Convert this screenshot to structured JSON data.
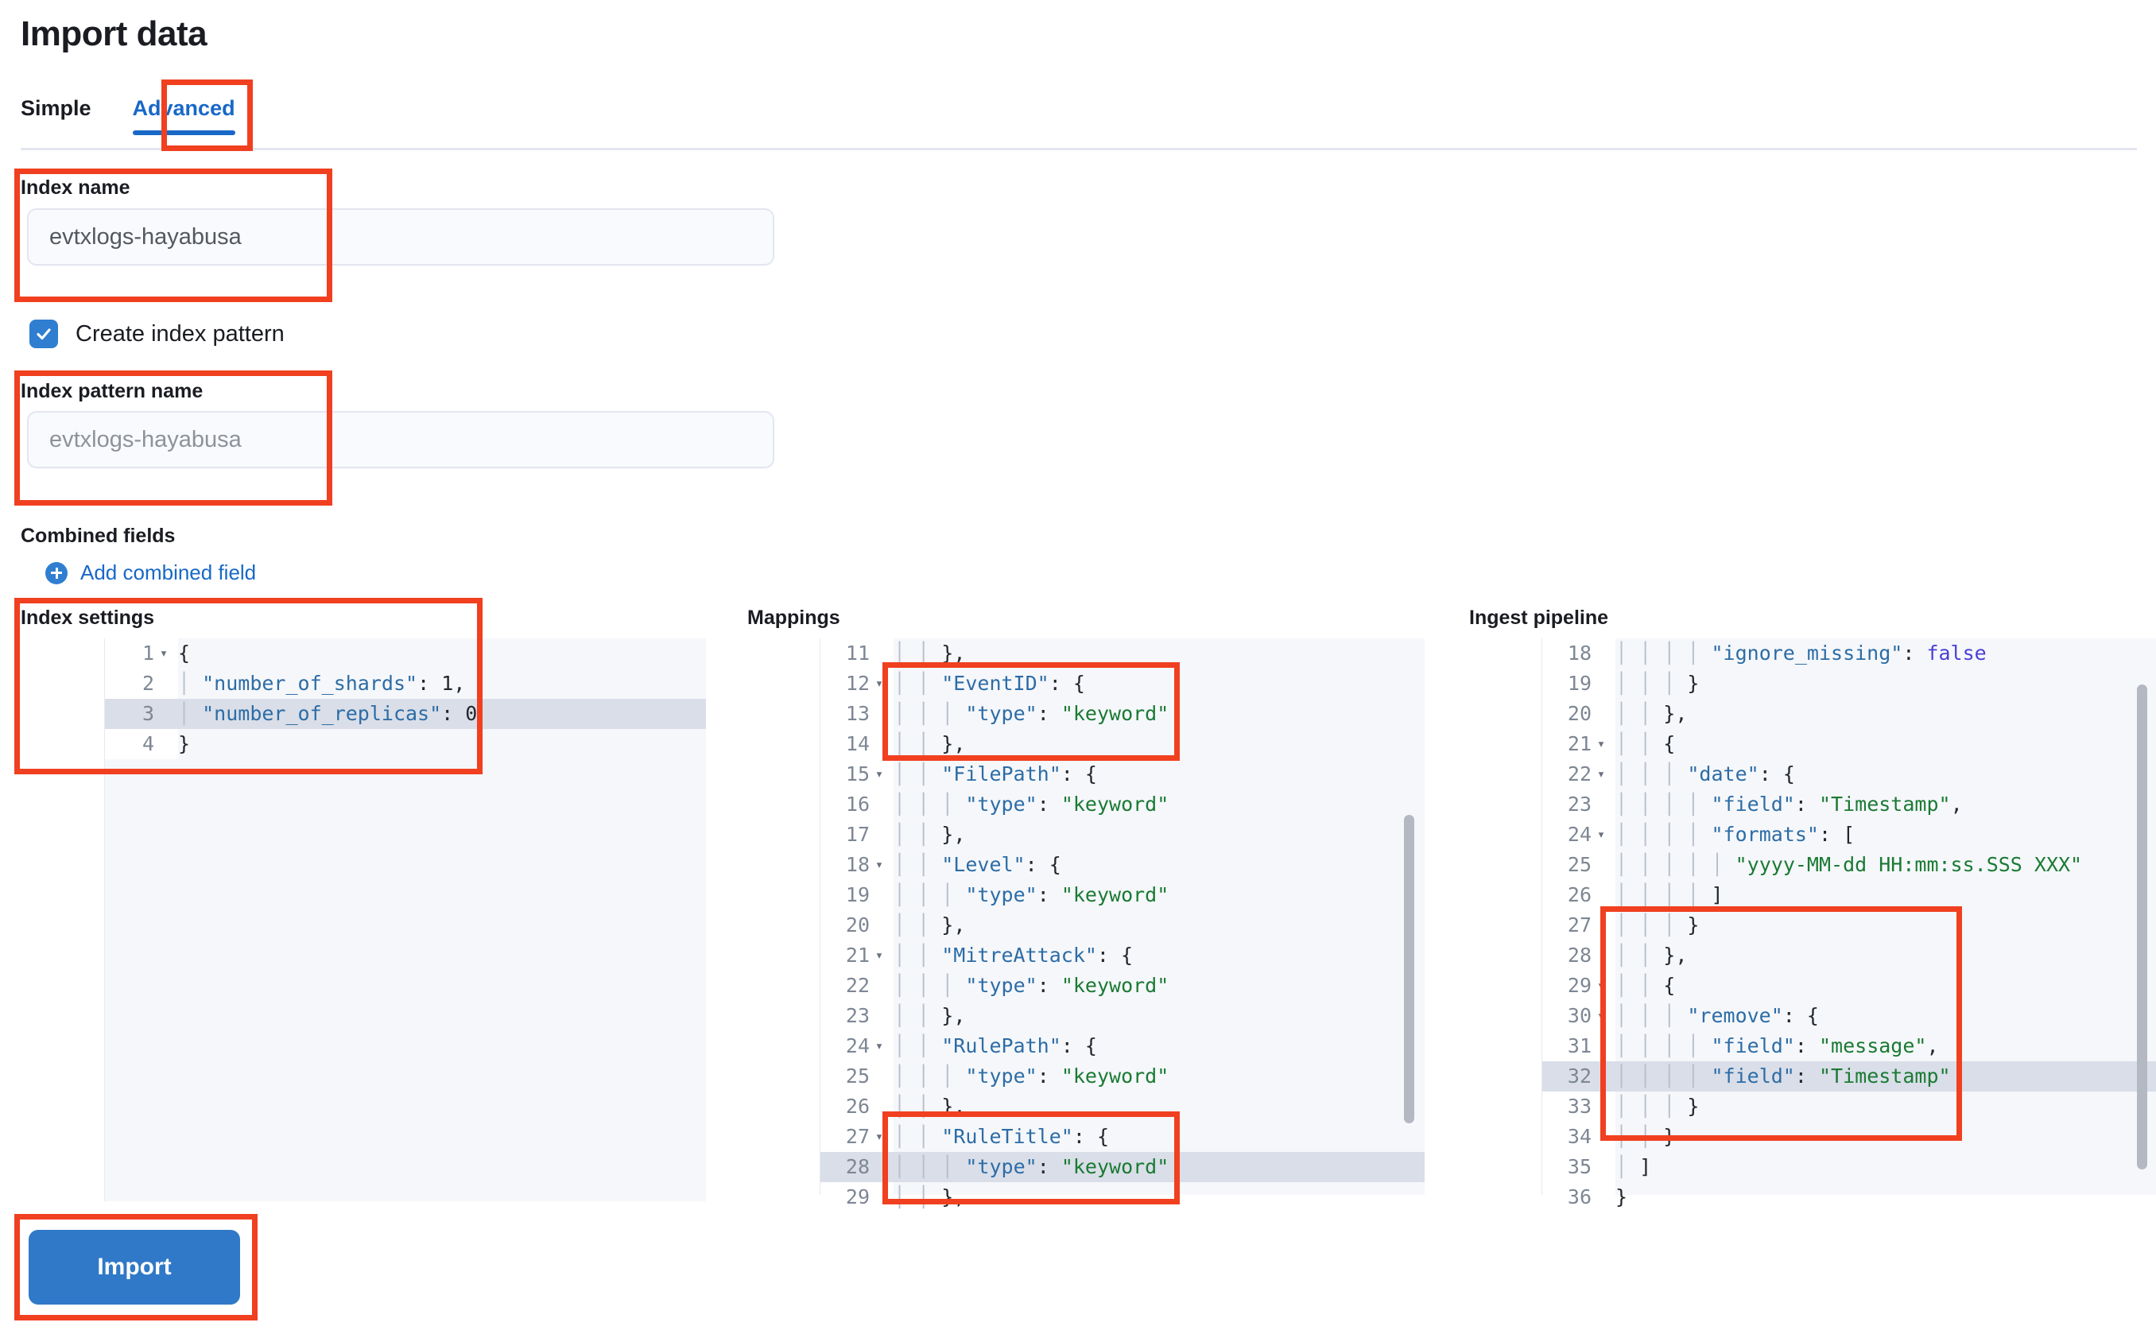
{
  "page": {
    "title": "Import data"
  },
  "tabs": [
    {
      "label": "Simple",
      "active": false
    },
    {
      "label": "Advanced",
      "active": true
    }
  ],
  "form": {
    "index_name": {
      "label": "Index name",
      "value": "evtxlogs-hayabusa"
    },
    "create_index_pattern": {
      "label": "Create index pattern",
      "checked": true
    },
    "index_pattern_name": {
      "label": "Index pattern name",
      "placeholder": "evtxlogs-hayabusa",
      "value": ""
    },
    "combined_fields": {
      "label": "Combined fields",
      "add_link": "Add combined field"
    },
    "import_button": "Import"
  },
  "editors": {
    "index_settings": {
      "title": "Index settings",
      "first_line": 1,
      "highlight_line": 3,
      "lines": [
        {
          "n": 1,
          "fold": true,
          "text": "{"
        },
        {
          "n": 2,
          "fold": false,
          "text": "  \"number_of_shards\": 1,"
        },
        {
          "n": 3,
          "fold": false,
          "text": "  \"number_of_replicas\": 0"
        },
        {
          "n": 4,
          "fold": false,
          "text": "}"
        }
      ]
    },
    "mappings": {
      "title": "Mappings",
      "first_line": 11,
      "highlight_line": 28,
      "lines": [
        {
          "n": 11,
          "fold": false,
          "text": "    },"
        },
        {
          "n": 12,
          "fold": true,
          "text": "    \"EventID\": {"
        },
        {
          "n": 13,
          "fold": false,
          "text": "      \"type\": \"keyword\""
        },
        {
          "n": 14,
          "fold": false,
          "text": "    },"
        },
        {
          "n": 15,
          "fold": true,
          "text": "    \"FilePath\": {"
        },
        {
          "n": 16,
          "fold": false,
          "text": "      \"type\": \"keyword\""
        },
        {
          "n": 17,
          "fold": false,
          "text": "    },"
        },
        {
          "n": 18,
          "fold": true,
          "text": "    \"Level\": {"
        },
        {
          "n": 19,
          "fold": false,
          "text": "      \"type\": \"keyword\""
        },
        {
          "n": 20,
          "fold": false,
          "text": "    },"
        },
        {
          "n": 21,
          "fold": true,
          "text": "    \"MitreAttack\": {"
        },
        {
          "n": 22,
          "fold": false,
          "text": "      \"type\": \"keyword\""
        },
        {
          "n": 23,
          "fold": false,
          "text": "    },"
        },
        {
          "n": 24,
          "fold": true,
          "text": "    \"RulePath\": {"
        },
        {
          "n": 25,
          "fold": false,
          "text": "      \"type\": \"keyword\""
        },
        {
          "n": 26,
          "fold": false,
          "text": "    },"
        },
        {
          "n": 27,
          "fold": true,
          "text": "    \"RuleTitle\": {"
        },
        {
          "n": 28,
          "fold": false,
          "text": "      \"type\": \"keyword\""
        },
        {
          "n": 29,
          "fold": false,
          "text": "    },"
        }
      ]
    },
    "ingest_pipeline": {
      "title": "Ingest pipeline",
      "first_line": 18,
      "highlight_line": 32,
      "lines": [
        {
          "n": 18,
          "fold": false,
          "text": "        \"ignore_missing\": false"
        },
        {
          "n": 19,
          "fold": false,
          "text": "      }"
        },
        {
          "n": 20,
          "fold": false,
          "text": "    },"
        },
        {
          "n": 21,
          "fold": true,
          "text": "    {"
        },
        {
          "n": 22,
          "fold": true,
          "text": "      \"date\": {"
        },
        {
          "n": 23,
          "fold": false,
          "text": "        \"field\": \"Timestamp\","
        },
        {
          "n": 24,
          "fold": true,
          "text": "        \"formats\": ["
        },
        {
          "n": 25,
          "fold": false,
          "text": "          \"yyyy-MM-dd HH:mm:ss.SSS XXX\""
        },
        {
          "n": 26,
          "fold": false,
          "text": "        ]"
        },
        {
          "n": 27,
          "fold": false,
          "text": "      }"
        },
        {
          "n": 28,
          "fold": false,
          "text": "    },"
        },
        {
          "n": 29,
          "fold": true,
          "text": "    {"
        },
        {
          "n": 30,
          "fold": true,
          "text": "      \"remove\": {"
        },
        {
          "n": 31,
          "fold": false,
          "text": "        \"field\": \"message\","
        },
        {
          "n": 32,
          "fold": false,
          "text": "        \"field\": \"Timestamp\""
        },
        {
          "n": 33,
          "fold": false,
          "text": "      }"
        },
        {
          "n": 34,
          "fold": false,
          "text": "    }"
        },
        {
          "n": 35,
          "fold": false,
          "text": "  ]"
        },
        {
          "n": 36,
          "fold": false,
          "text": "}"
        }
      ]
    }
  },
  "colors": {
    "accent": "#1868c8",
    "button": "#3079c8",
    "annotation": "#f04020",
    "string": "#1a7a33",
    "key": "#2d6ca6",
    "boolean": "#4a3fd6"
  }
}
